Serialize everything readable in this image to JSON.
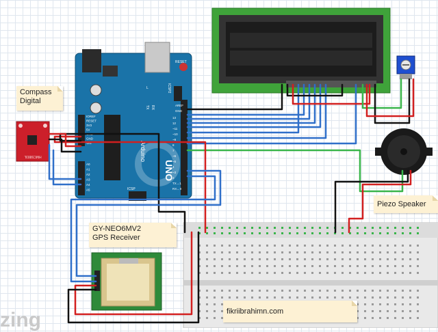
{
  "labels": {
    "compass": "Compass\nDigital",
    "gps": "GY-NEO6MV2\nGPS Receiver",
    "piezo": "Piezo Speaker",
    "credit": "fikriibrahimn.com",
    "watermark": "zing"
  },
  "board": {
    "name_fragment": "UNO",
    "brand_fragment": "Arduino",
    "icsp": "ICSP",
    "icsp2": "ICSP2",
    "tx": "TX",
    "rx": "RX",
    "l": "L",
    "aref": "AREF",
    "gnd": "GND",
    "reset_label": "RESET",
    "power_labels": [
      "IOREF",
      "RESET",
      "3V3",
      "5V",
      "GND",
      "GND",
      "VIN"
    ],
    "analog_labels": [
      "A0",
      "A1",
      "A2",
      "A3",
      "A4",
      "A5"
    ],
    "digital_labels": [
      "13",
      "12",
      "~11",
      "~10",
      "~9",
      "8",
      "7",
      "~6",
      "~5",
      "4",
      "~3",
      "2",
      "TX→1",
      "RX←0"
    ]
  },
  "compass_module": {
    "marking": "HMC5883L"
  },
  "colors": {
    "red": "#d21f1f",
    "black": "#111111",
    "blue": "#2f6fc9",
    "green": "#39b54a",
    "board": "#1a73a8",
    "lcd_frame": "#3fa33a",
    "lcd_screen": "#1c1c1c"
  }
}
